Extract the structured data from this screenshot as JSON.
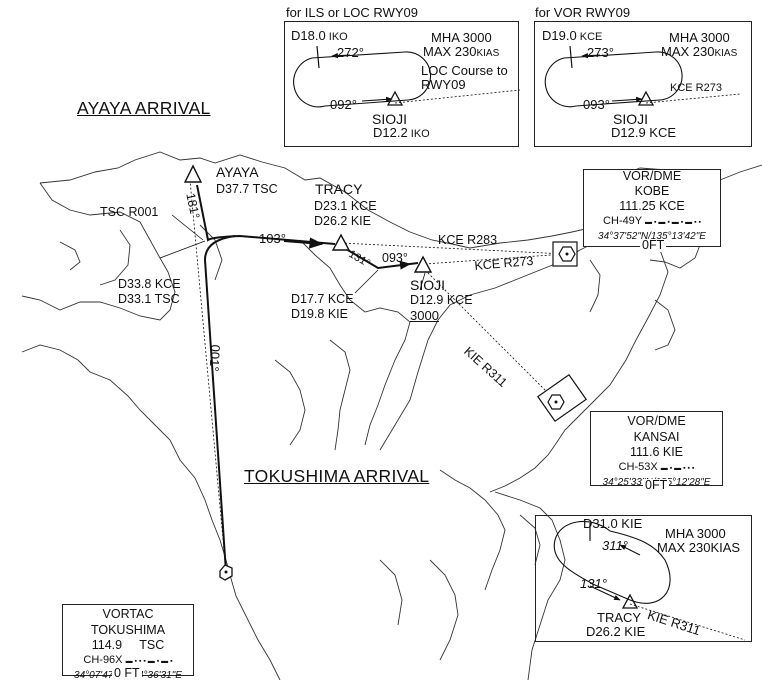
{
  "titles": {
    "ayaya_arrival": "AYAYA ARRIVAL",
    "tokushima_arrival": "TOKUSHIMA ARRIVAL"
  },
  "holding": {
    "ils": {
      "header": "for ILS or LOC RWY09",
      "dme_fix": "D18.0",
      "dme_fix_src": "IKO",
      "outbound": "272°",
      "inbound": "092°",
      "mha": "MHA 3000",
      "max": "MAX 230",
      "max_unit": "KIAS",
      "note_line1": "LOC Course to",
      "note_line2": "RWY09",
      "fix": "SIOJI",
      "fix_dme": "D12.2",
      "fix_dme_src": "IKO"
    },
    "vor": {
      "header": "for VOR RWY09",
      "dme_fix": "D19.0",
      "dme_fix_src": "KCE",
      "outbound": "273°",
      "inbound": "093°",
      "mha": "MHA 3000",
      "max": "MAX 230",
      "max_unit": "KIAS",
      "radial": "KCE R273",
      "fix": "SIOJI",
      "fix_dme": "D12.9 KCE"
    },
    "tracy": {
      "dme_fix": "D31.0 KIE",
      "outbound": "311°",
      "inbound": "131°",
      "mha": "MHA 3000",
      "max": "MAX 230KIAS",
      "radial": "KIE R311",
      "fix": "TRACY",
      "fix_dme": "D26.2 KIE"
    }
  },
  "fixes": {
    "ayaya": {
      "name": "AYAYA",
      "dme": "D37.7 TSC"
    },
    "tracy": {
      "name": "TRACY",
      "dme1": "D23.1 KCE",
      "dme2": "D26.2 KIE"
    },
    "sioji": {
      "name": "SIOJI",
      "dme": "D12.9 KCE",
      "alt": "3000"
    }
  },
  "route_labels": {
    "tsc_r001": "TSC R001",
    "course_181": "181°",
    "course_103": "103°",
    "course_131": "131°",
    "course_093": "093°",
    "course_001": "001°",
    "kce_r283": "KCE R283",
    "kce_r273": "KCE R273",
    "kie_r311": "KIE R311",
    "turn_pt1": "D33.8 KCE",
    "turn_pt2": "D33.1 TSC",
    "tracy_pt1": "D17.7 KCE",
    "tracy_pt2": "D19.8 KIE"
  },
  "navaids": {
    "kobe": {
      "type": "VOR/DME",
      "name": "KOBE",
      "freq": "111.25  KCE",
      "channel": "CH-49Y",
      "morse": "▬ ▪ ▬ ▪  ▬ ▪ ▬ ▪  ▪",
      "coords": "34°37'52\"N/135°13'42\"E",
      "elev": "0FT"
    },
    "kansai": {
      "type": "VOR/DME",
      "name": "KANSAI",
      "freq": "111.6  KIE",
      "channel": "CH-53X",
      "morse": "▬ ▪ ▬  ▪ ▪  ▪",
      "coords": "34°25'33\"N/135°12'28\"E",
      "elev": "0FT"
    },
    "tokushima": {
      "type": "VORTAC",
      "name": "TOKUSHIMA",
      "freq": "114.9     TSC",
      "channel": "CH-96X",
      "morse": "▬  ▪ ▪ ▪  ▬ ▪ ▬ ▪",
      "coords": "34°07'47\"N/134°36'31\"E",
      "elev": "0 FT"
    }
  }
}
